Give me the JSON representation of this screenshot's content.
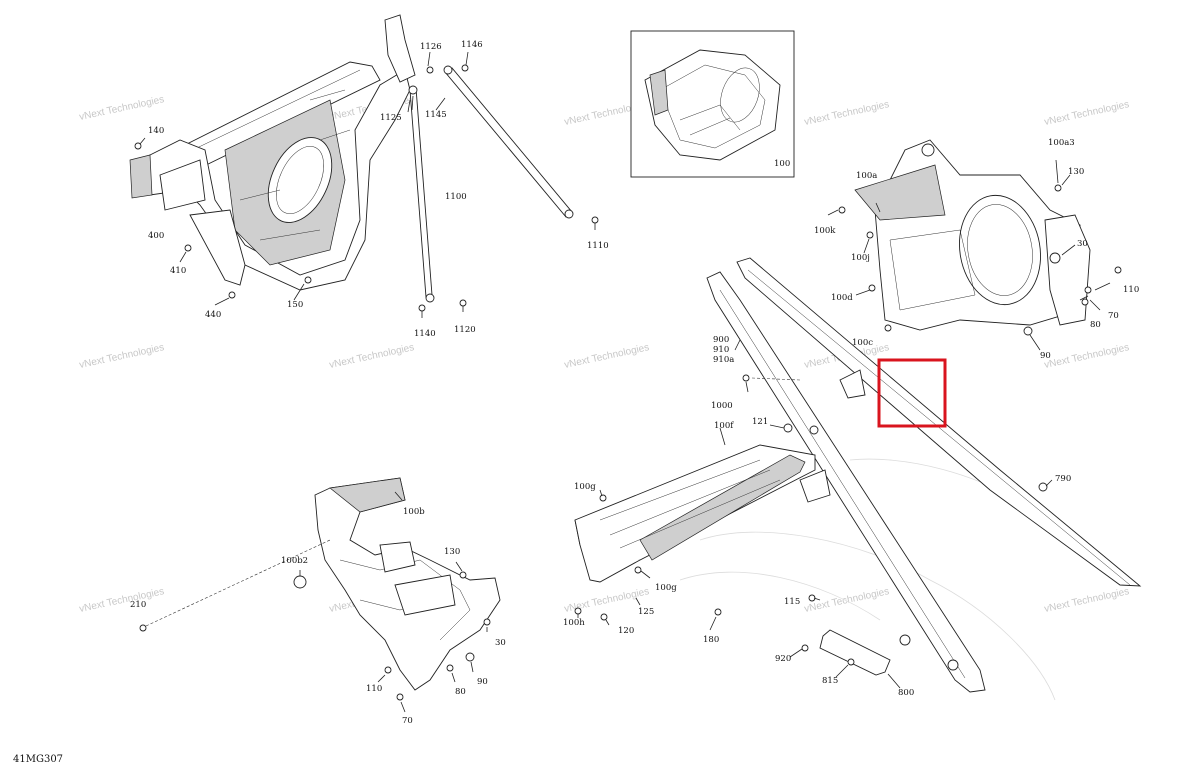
{
  "document_code": "41MG307",
  "watermark": {
    "line1": "vNext",
    "line2": "Technologies",
    "line3": "vNext Technologies"
  },
  "highlight_color": "#d9141e",
  "callouts": {
    "c1126": "1126",
    "c1146": "1146",
    "c1145": "1145",
    "c1125": "1125",
    "c140": "140",
    "c1100": "1100",
    "c400": "400",
    "c410": "410",
    "c440": "440",
    "c150": "150",
    "c1140": "1140",
    "c1120": "1120",
    "c1110": "1110",
    "c100": "100",
    "c100a3": "100a3",
    "c130a": "130",
    "c100a": "100a",
    "c100k": "100k",
    "c100j": "100j",
    "c30a": "30",
    "c110a": "110",
    "c100d": "100d",
    "c70a": "70",
    "c80a": "80",
    "c100c": "100c",
    "c90a": "90",
    "c900": "900",
    "c910": "910",
    "c910a": "910a",
    "c1000": "1000",
    "c121": "121",
    "c100f": "100f",
    "c790": "790",
    "c100g": "100g",
    "c100g2": "100g",
    "c125": "125",
    "c100h": "100h",
    "c120": "120",
    "c180": "180",
    "c115": "115",
    "c920": "920",
    "c815": "815",
    "c800": "800",
    "c100b": "100b",
    "c100b2": "100b2",
    "c130b": "130",
    "c210": "210",
    "c30b": "30",
    "c110b": "110",
    "c80b": "80",
    "c90b": "90",
    "c70b": "70"
  }
}
